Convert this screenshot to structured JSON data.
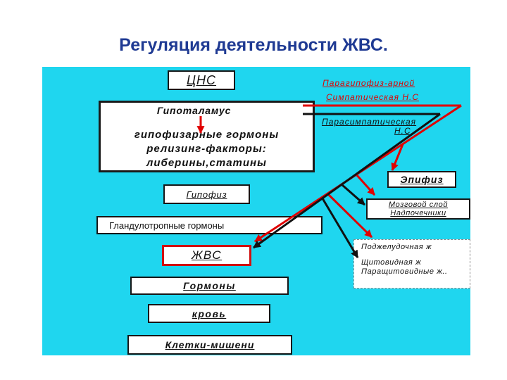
{
  "title": "Регуляция деятельности ЖВС.",
  "colors": {
    "title": "#1f3a93",
    "panel": "#1fd6ef",
    "sympathetic": "#e00000",
    "parasympathetic": "#111111",
    "zhvs_border": "#d01010"
  },
  "diagram": {
    "cns": "ЦНС",
    "hypothalamus": {
      "title": "Гипоталамус",
      "lines": [
        "гипофизарные гормоны",
        "релизинг-факторы:",
        "либерины,статины"
      ]
    },
    "pituitary": "Гипофиз",
    "glandulotropic_hormones": "Гландулотропные гормоны",
    "endocrine_glands": "ЖВС",
    "hormones": "Гормоны",
    "blood": "кровь",
    "target_cells": "Клетки-мишени",
    "pineal": "Эпифиз",
    "adrenal": [
      "Мозговой слой",
      "Надпочечники"
    ],
    "glands": [
      "Поджелудочная ж",
      "Щитовидная ж",
      "Паращитовидные ж.."
    ],
    "pathways": {
      "parahypophyseal": "Парагипофиз-арной",
      "sympathetic": "Симпатическая Н.С",
      "parasympathetic": [
        "Парасимпатическая",
        "Н.С"
      ]
    }
  }
}
